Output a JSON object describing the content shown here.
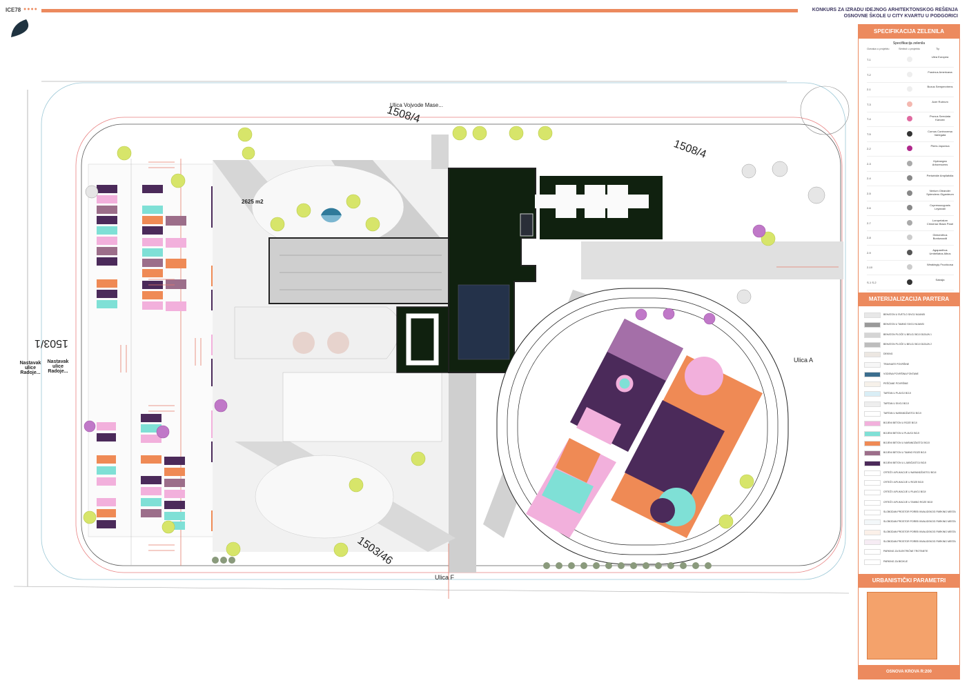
{
  "sheet": {
    "code": "ICE78",
    "title_line1": "KONKURS ZA IZRADU IDEJNOG ARHITEKTONSKOG REŠENJA",
    "title_line2": "OSNOVNE ŠKOLE U CITY KVARTU U PODGORICI"
  },
  "colors": {
    "accent": "#ec8a5e",
    "pink": "#f2b0dc",
    "teal": "#7fe0d6",
    "orange": "#ef8a55",
    "plum": "#9c6e8a",
    "purple": "#4b2a5a",
    "dark_roof": "#10210f"
  },
  "plan": {
    "street_top": "Ulica Vojvode Mase...",
    "parcel_top": "1508/4",
    "parcel_right": "1508/4",
    "parcel_left": "1503/1",
    "parcel_bottom": "1503/46",
    "area": "2625 m2",
    "street_a": "Ulica A",
    "street_f": "Ulica F",
    "ext_left_1": "Nastavak ulice Radoje...",
    "ext_left_2": "Nastavak ulice Radoje..."
  },
  "green_spec": {
    "header": "SPECIFIKACIJA ZELENILA",
    "table_title": "Specifikacija zelenila",
    "columns": [
      "Oznaka u projektu",
      "Simbol u projektu",
      "Tip"
    ],
    "rows": [
      {
        "code": "T-1",
        "name": "Ulea Europea"
      },
      {
        "code": "T-2",
        "name": "Fraxinus Americana"
      },
      {
        "code": "2-1",
        "name": "Buxus Sempervirens"
      },
      {
        "code": "T-3",
        "name": "Acer Rubrum"
      },
      {
        "code": "T-4",
        "name": "Prunus Serrulata Kanzan"
      },
      {
        "code": "T-5",
        "name": "Cornus Controversa Variegata"
      },
      {
        "code": "2-2",
        "name": "Pieris Japonica"
      },
      {
        "code": "2-3",
        "name": "Hydrangea Arborescens"
      },
      {
        "code": "2-4",
        "name": "Periwinkle Ampliafolia"
      },
      {
        "code": "2-5",
        "name": "Nerium Oleander Splendens Giganteum"
      },
      {
        "code": "2-6",
        "name": "Cupressocyparis Leylandii"
      },
      {
        "code": "2-7",
        "name": "Loropetalum Chinense Black Pearl"
      },
      {
        "code": "2-8",
        "name": "Gleicenthus Bonkwoodii"
      },
      {
        "code": "2-9",
        "name": "Agapanthus Umbellatus Albus"
      },
      {
        "code": "2-10",
        "name": "Weakingly Fructicosa"
      },
      {
        "code": "S-1 S-2",
        "name": "Saksija"
      }
    ]
  },
  "materials": {
    "header": "MATERIJALIZACIJA PARTERA",
    "items": [
      {
        "label": "BEHATON U SVETLO SIVOJ NIJANSI",
        "color": "#e8e8e8"
      },
      {
        "label": "BEHATON U TAMNO SIVOJ NIJANSI",
        "color": "#9a9a9a"
      },
      {
        "label": "BEHATON PLOČE U BELOJ BOJI DIZAJN 1",
        "color": "#d5d5d5"
      },
      {
        "label": "BEHATON PLOČE U BELOJ BOJI DIZAJN 2",
        "color": "#bdbdbd"
      },
      {
        "label": "DEKING",
        "color": "#ece7e2"
      },
      {
        "label": "TRAVNATE POVRŠINE",
        "color": "#f7f7f7"
      },
      {
        "label": "VODENA POVRŠINA FONTANE",
        "color": "#3b6e8e"
      },
      {
        "label": "PEŠČANE POVRŠINE",
        "color": "#f6f1ea"
      },
      {
        "label": "TARTAN U PLAVOJ BOJI",
        "color": "#d9eef6"
      },
      {
        "label": "TARTAN U SIVOJ BOJI",
        "color": "#eeeeee"
      },
      {
        "label": "TARTAN U NARANDŽASTOJ BOJI",
        "color": "#ffffff"
      },
      {
        "label": "BOJENI BETON U ROZE BOJI",
        "color": "#f2b0dc"
      },
      {
        "label": "BOJENI BETON U PLAVOJ BOJI",
        "color": "#7fe0d6"
      },
      {
        "label": "BOJENI BETON U NARANDŽASTOJ BOJI",
        "color": "#ef8a55"
      },
      {
        "label": "BOJENI BETON U TAMNO ROZE BOJI",
        "color": "#9c6e8a"
      },
      {
        "label": "BOJENI BETON U LJUBIČASTOJ BOJI",
        "color": "#4b2a5a"
      },
      {
        "label": "CRTEŽI I APLIKACIJE U NARANDŽASTOJ BOJI",
        "color": "#ffffff"
      },
      {
        "label": "CRTEŽI I APLIKACIJE U ROZE BOJI",
        "color": "#ffffff"
      },
      {
        "label": "CRTEŽI I APLIKACIJE U PLAVOJ BOJI",
        "color": "#ffffff"
      },
      {
        "label": "CRTEŽI I APLIKACIJE U TAMNO ROZE BOJI",
        "color": "#ffffff"
      },
      {
        "label": "SLOBODAN PROSTOR POREĐ INVALIDSKOG PARKING MESTA",
        "color": "#ffffff"
      },
      {
        "label": "SLOBODAN PROSTOR POREĐ INVALIDSKOG PARKING MESTA",
        "color": "#f3f7f9"
      },
      {
        "label": "SLOBODAN PROSTOR POREĐ INVALIDSKOG PARKING MESTA",
        "color": "#fbf0e8"
      },
      {
        "label": "SLOBODAN PROSTOR POREĐ INVALIDSKOG PARKING MESTA",
        "color": "#f6ecf4"
      },
      {
        "label": "PARKING ZA ELEKTRIČNE TROTINETE",
        "color": "#ffffff"
      },
      {
        "label": "PARKING ZA BICIKLE",
        "color": "#ffffff"
      }
    ]
  },
  "urban": {
    "header": "URBANISTIČKI PARAMETRI",
    "footer": "OSNOVA KROVA R:200"
  }
}
